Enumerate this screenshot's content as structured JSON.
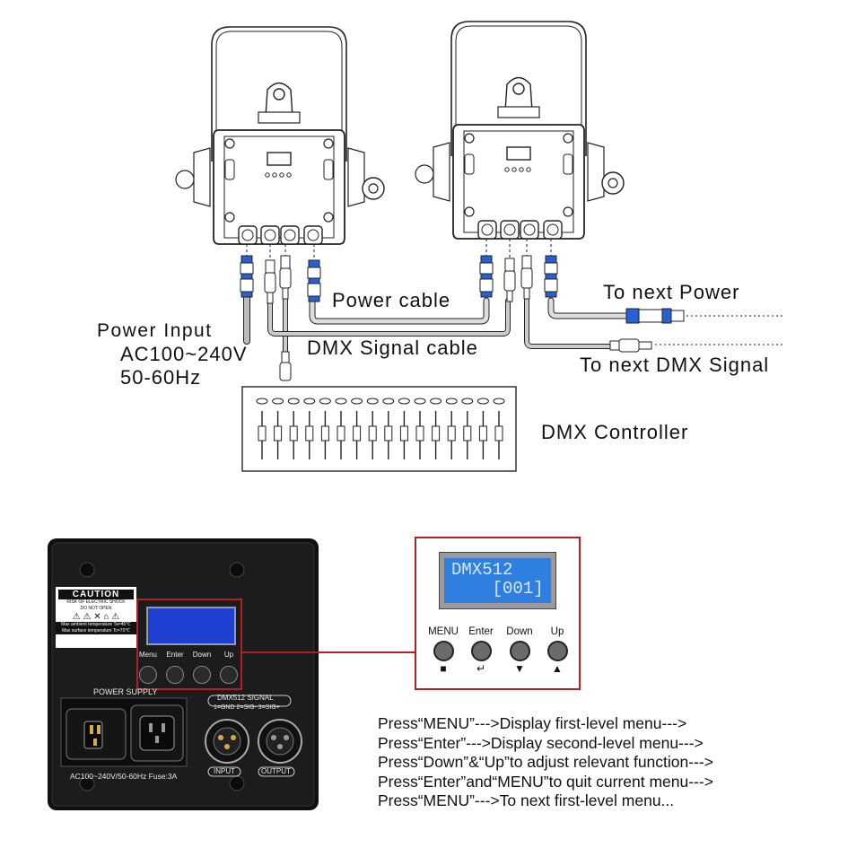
{
  "labels": {
    "power_cable": "Power cable",
    "to_next_power": "To next Power",
    "power_input": "Power Input",
    "ac_range": "AC100~240V",
    "freq": "50-60Hz",
    "dmx_signal_cable": "DMX Signal cable",
    "to_next_dmx": "To next DMX Signal",
    "dmx_controller": "DMX Controller"
  },
  "panel": {
    "lcd_line1": "DMX512",
    "lcd_line2": "    [001]",
    "buttons": [
      {
        "label": "MENU",
        "icon": "square-icon"
      },
      {
        "label": "Enter",
        "icon": "enter-arrow-icon"
      },
      {
        "label": "Down",
        "icon": "down-arrow-icon"
      },
      {
        "label": "Up",
        "icon": "up-arrow-icon"
      }
    ]
  },
  "rear_panel": {
    "caution_title": "CAUTION",
    "caution_line1": "RISK OF ELECTRIC SHOCK",
    "caution_line2": "DO NOT OPEN",
    "temp_line1": "Max ambient temperature Ta=45℃",
    "temp_line2": "Max surface temperature Tc=70℃",
    "power_supply": "POWER SUPPLY",
    "dmx_signal": "DMX512 SIGNAL",
    "pin_map": "1=GND 2=SIG- 3=SIG+",
    "rating": "AC100~240V/50-60Hz Fuse:3A",
    "input": "INPUT",
    "output": "OUTPUT",
    "mini_buttons": [
      "Menu",
      "Enter",
      "Down",
      "Up"
    ]
  },
  "instructions": [
    "Press“MENU”--->Display first-level menu--->",
    "Press“Enter”--->Display second-level menu--->",
    "Press“Down”&“Up”to adjust relevant function--->",
    "Press“Enter”and“MENU”to quit current menu--->",
    "Press“MENU”--->To next first-level menu..."
  ],
  "colors": {
    "highlight_border": "#b32020",
    "lcd_blue": "#2f7fe0",
    "line": "#222222",
    "cable_gray": "#888888",
    "connector_blue": "#2a5fd0"
  }
}
